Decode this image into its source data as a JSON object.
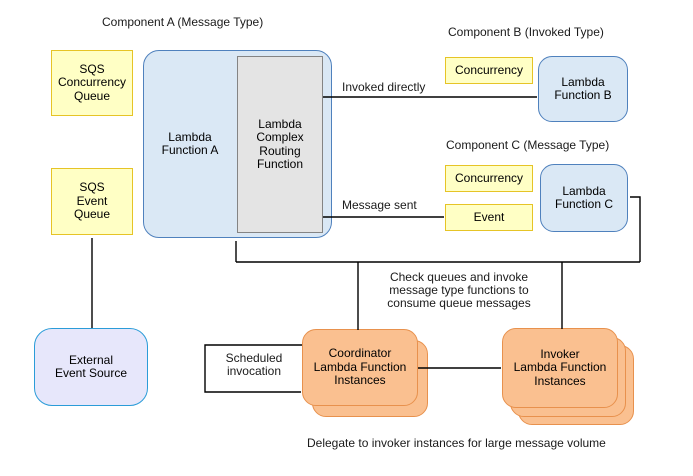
{
  "diagram": {
    "component_a": {
      "label": "Component A (Message Type)",
      "sqs_concurrency_queue": "SQS\nConcurrency\nQueue",
      "sqs_event_queue": "SQS\nEvent\nQueue",
      "lambda_function_a": "Lambda\nFunction A",
      "routing_function": "Lambda\nComplex\nRouting\nFunction"
    },
    "component_b": {
      "label": "Component B (Invoked Type)",
      "concurrency": "Concurrency",
      "lambda_function_b": "Lambda\nFunction B"
    },
    "component_c": {
      "label": "Component C (Message Type)",
      "concurrency": "Concurrency",
      "event": "Event",
      "lambda_function_c": "Lambda\nFunction C"
    },
    "external_event_source": "External\nEvent Source",
    "scheduled_invocation": "Scheduled\ninvocation",
    "coordinator_instances": "Coordinator\nLambda Function\nInstances",
    "invoker_instances": "Invoker\nLambda Function\nInstances",
    "edge_labels": {
      "invoked_directly": "Invoked directly",
      "message_sent": "Message sent",
      "check_queues": "Check queues and invoke\nmessage type functions to\nconsume queue messages",
      "delegate": "Delegate to invoker instances for large message volume"
    },
    "colors": {
      "queue_fill": "#ffffc5",
      "queue_border": "#e6c426",
      "lambda_fill": "#dae8f5",
      "lambda_border": "#4f81bd",
      "routing_fill": "#e4e4e4",
      "routing_border": "#848484",
      "external_fill": "#e7e7fb",
      "external_border": "#2b9cd8",
      "instance_fill": "#fac090",
      "instance_border": "#e8914d",
      "line": "#000000"
    }
  }
}
